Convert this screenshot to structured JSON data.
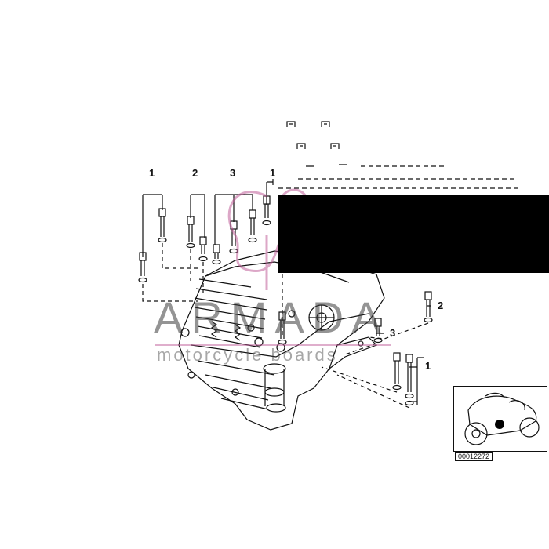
{
  "diagram": {
    "callouts": [
      {
        "id": "c1a",
        "text": "1"
      },
      {
        "id": "c2a",
        "text": "2"
      },
      {
        "id": "c3a",
        "text": "3"
      },
      {
        "id": "c1b",
        "text": "1"
      },
      {
        "id": "c2b",
        "text": "2"
      },
      {
        "id": "c3b",
        "text": "3"
      },
      {
        "id": "c1c",
        "text": "1"
      }
    ],
    "thumbnail_id": "00012272",
    "watermark": {
      "title": "ARMADA",
      "subtitle": "motorcycle boards"
    },
    "colors": {
      "line": "#111111",
      "watermark": "#c0609a",
      "band": "#000000"
    }
  }
}
